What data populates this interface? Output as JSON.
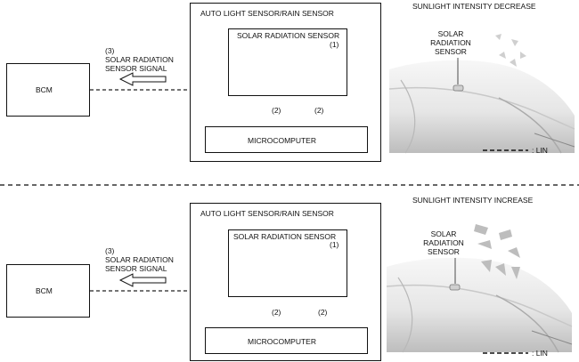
{
  "panels": [
    {
      "title": "SUNLIGHT INTENSITY DECREASE",
      "module_title": "AUTO LIGHT SENSOR/RAIN SENSOR",
      "sensor_label": "SOLAR RADIATION SENSOR",
      "sensor_number": "(1)",
      "microcomputer": "MICROCOMPUTER",
      "bcm": "BCM",
      "signal_number": "(3)",
      "signal_line1": "SOLAR RADIATION",
      "signal_line2": "SENSOR SIGNAL",
      "flow_label_left": "(2)",
      "flow_label_right": "(2)",
      "car_label_1": "SOLAR",
      "car_label_2": "RADIATION",
      "car_label_3": "SENSOR",
      "legend": ": LIN",
      "sunlight": "decrease"
    },
    {
      "title": "SUNLIGHT INTENSITY INCREASE",
      "module_title": "AUTO LIGHT SENSOR/RAIN SENSOR",
      "sensor_label": "SOLAR RADIATION SENSOR",
      "sensor_number": "(1)",
      "microcomputer": "MICROCOMPUTER",
      "bcm": "BCM",
      "signal_number": "(3)",
      "signal_line1": "SOLAR RADIATION",
      "signal_line2": "SENSOR SIGNAL",
      "flow_label_left": "(2)",
      "flow_label_right": "(2)",
      "car_label_1": "SOLAR",
      "car_label_2": "RADIATION",
      "car_label_3": "SENSOR",
      "legend": ": LIN",
      "sunlight": "increase"
    }
  ]
}
